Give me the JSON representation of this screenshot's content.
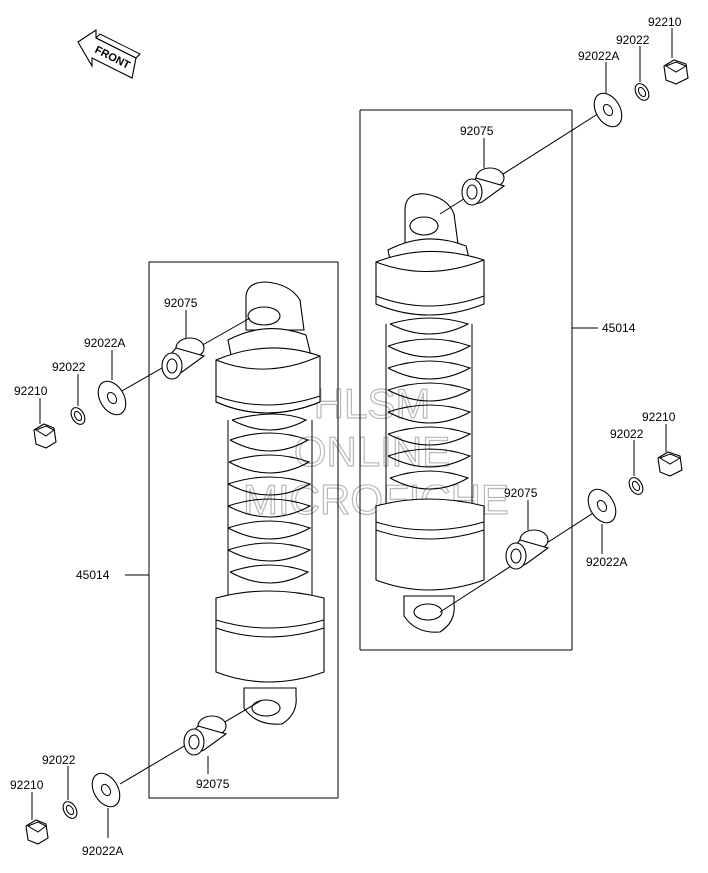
{
  "front_arrow": {
    "label": "FRONT"
  },
  "watermark": [
    "HLSM",
    "ONLINE",
    "MICROFICHE"
  ],
  "left_assembly": {
    "shock_label": "45014",
    "upper_bushing": "92075",
    "upper_washer": "92022A",
    "upper_circlip": "92022",
    "upper_nut": "92210",
    "lower_bushing": "92075",
    "lower_circlip": "92022",
    "lower_nut": "92210",
    "lower_washer": "92022A"
  },
  "right_assembly": {
    "shock_label": "45014",
    "top_nut": "92210",
    "top_circlip": "92022",
    "top_washer": "92022A",
    "upper_bushing": "92075",
    "lower_nut": "92210",
    "lower_circlip": "92022",
    "lower_bushing": "92075",
    "lower_washer": "92022A"
  },
  "colors": {
    "line": "#000000",
    "watermark": "#b8b8b8",
    "background": "#ffffff"
  }
}
